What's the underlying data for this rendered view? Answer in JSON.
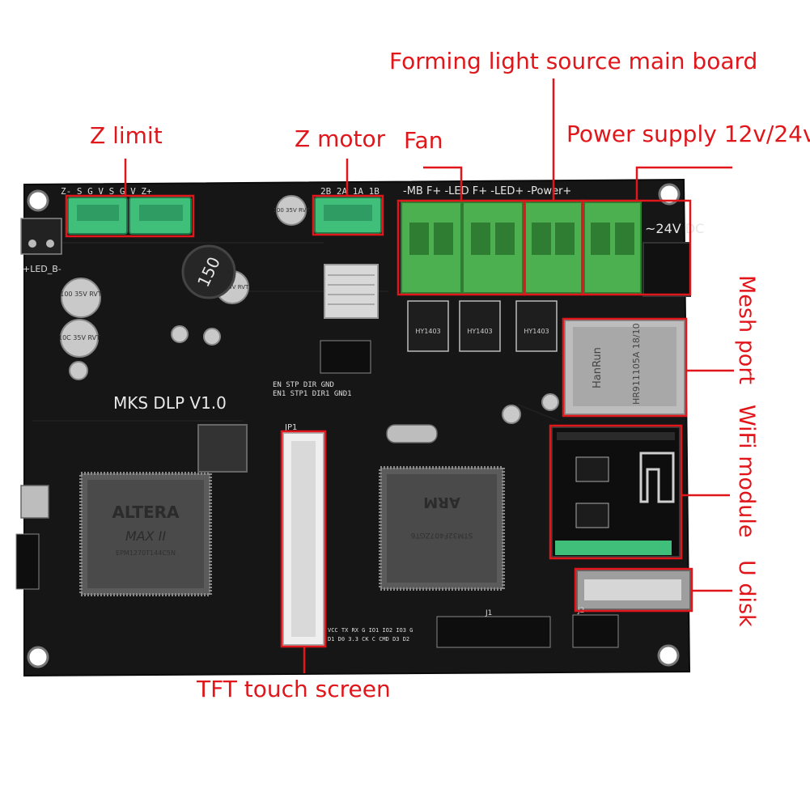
{
  "callouts": {
    "forming_light": "Forming light source main board",
    "z_limit": "Z limit",
    "z_motor": "Z motor",
    "fan": "Fan",
    "power_supply": "Power supply 12v/24v",
    "mesh_port": "Mesh port",
    "wifi_module": "WiFi module",
    "u_disk": "U disk",
    "tft": "TFT touch screen"
  },
  "board": {
    "model": "MKS DLP V1.0",
    "silk": {
      "z_header": "Z-  S G V     S G V  Z+",
      "motor_pins": "2B 2A 1A 1B",
      "terminal_labels": "-MB  F+  -LED  F+  -LED+  -Power+",
      "dc": "~24V DC",
      "led_b": "+LED_B-",
      "inductor": "150",
      "cap_a": "100 35V RVT",
      "cap_b": "10C 35V RVT",
      "cap_c": "100 35V RVT",
      "cap_d": "22 35V RVT",
      "fpga_brand": "ALTERA",
      "fpga_family": "MAX II",
      "fpga_part": "EPM1270T144C5N",
      "mcu_brand": "ARM",
      "mcu_part": "STM32F407ZGT6",
      "ethernet_brand": "HanRun",
      "ethernet_part": "HR911105A 18/10",
      "mosfet_1": "HY1403",
      "mosfet_2": "HY1403",
      "mosfet_3": "HY1403",
      "stepper_header": "EN STP DIR GND",
      "stepper_header_2": "EN1 STP1 DIR1 GND1",
      "fpc_label": "JP1",
      "sd_pins": "VCC TX RX G IO1 IO2 IO3 G",
      "sd_pins_2": "D1 D0 3.3 CK C CMD D3 D2",
      "j1": "J1",
      "j2": "J2"
    }
  },
  "colors": {
    "callout": "#e0161b",
    "pcb": "#161616",
    "terminal": "#4caf50",
    "jst": "#3fbf7a"
  }
}
